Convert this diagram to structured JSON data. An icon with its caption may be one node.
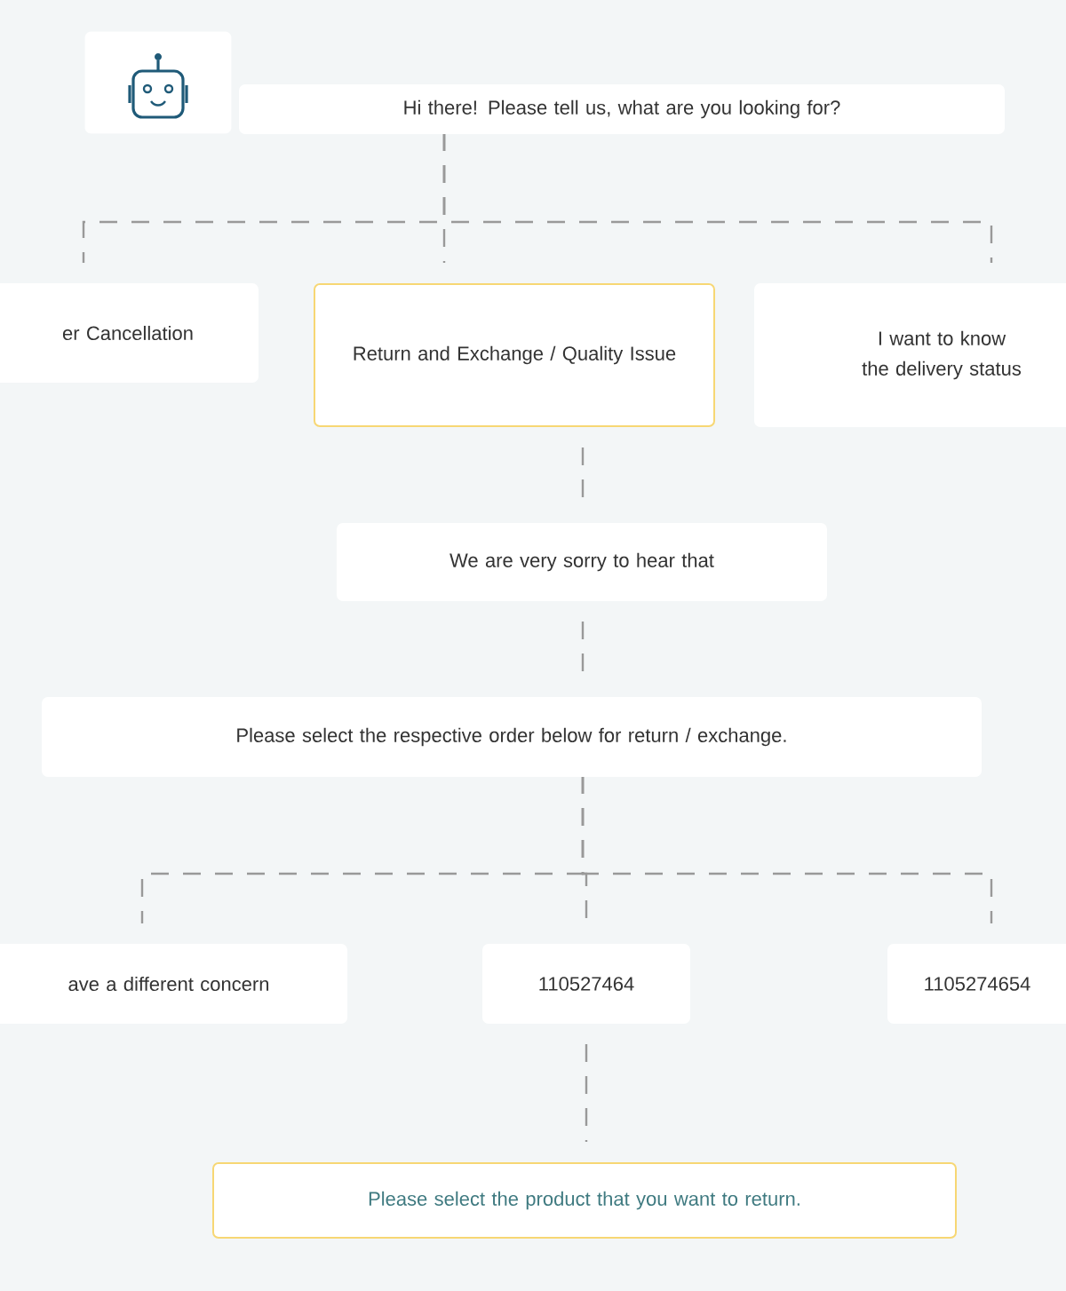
{
  "diagram": {
    "nodes": [
      {
        "text": [
          "Hi there! Please tell us, what are you looking for?"
        ]
      },
      {
        "text": [
          "er Cancellation"
        ]
      },
      {
        "text": [
          "Return and Exchange / Quality Issue"
        ]
      },
      {
        "text": [
          "I want to know the delivery status"
        ]
      },
      {
        "text": [
          "We are very sorry to hear that"
        ]
      },
      {
        "text": [
          "Please select the respective order below for return / exchange."
        ]
      },
      {
        "text": [
          "ave a different concern"
        ]
      },
      {
        "text": [
          "110527464"
        ]
      },
      {
        "text": [
          "1105274654"
        ]
      },
      {
        "text": [
          "Please select the product that you want to return."
        ]
      }
    ],
    "edges": [
      {
        "from": 0,
        "to": 1,
        "arrow": "none",
        "style": "dashed"
      },
      {
        "from": 0,
        "to": 2,
        "arrow": "none",
        "style": "dashed"
      },
      {
        "from": 0,
        "to": 3,
        "arrow": "none",
        "style": "dashed"
      },
      {
        "from": 2,
        "to": 4,
        "arrow": "none",
        "style": "dashed"
      },
      {
        "from": 4,
        "to": 5,
        "arrow": "none",
        "style": "dashed"
      },
      {
        "from": 5,
        "to": 6,
        "arrow": "none",
        "style": "dashed"
      },
      {
        "from": 5,
        "to": 7,
        "arrow": "none",
        "style": "dashed"
      },
      {
        "from": 5,
        "to": 8,
        "arrow": "none",
        "style": "dashed"
      },
      {
        "from": 7,
        "to": 9,
        "arrow": "none",
        "style": "dashed"
      }
    ]
  }
}
